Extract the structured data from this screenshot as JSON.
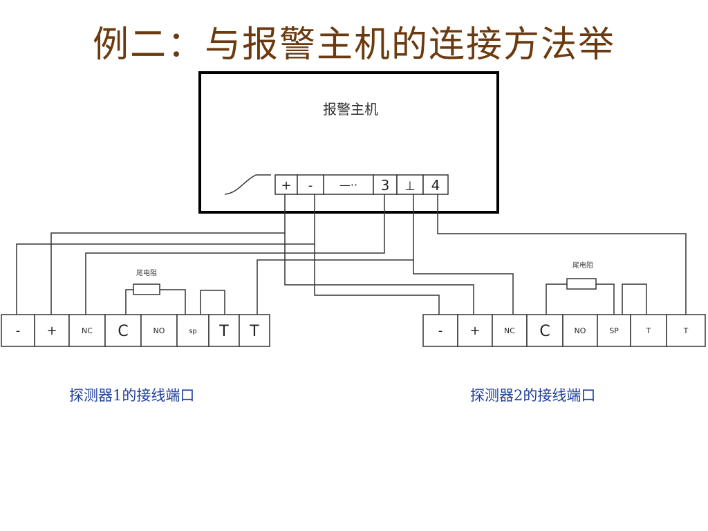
{
  "slide": {
    "title": "例二：与报警主机的连接方法举",
    "title_color": "#6b3a0f"
  },
  "panel": {
    "label": "报警主机",
    "terminals": [
      "+",
      "-",
      "—··",
      "3",
      "⊥",
      "4"
    ]
  },
  "detector1": {
    "terminals": [
      "-",
      "+",
      "NC",
      "C",
      "NO",
      "sp",
      "T",
      "T"
    ],
    "resistor_label": "尾电阻",
    "caption": "探测器1的接线端口"
  },
  "detector2": {
    "terminals": [
      "-",
      "+",
      "NC",
      "C",
      "NO",
      "SP",
      "T",
      "T"
    ],
    "resistor_label": "尾电阻",
    "caption": "探测器2的接线端口"
  },
  "colors": {
    "caption": "#1f3f9a",
    "line": "#333333",
    "box": "#000000"
  }
}
